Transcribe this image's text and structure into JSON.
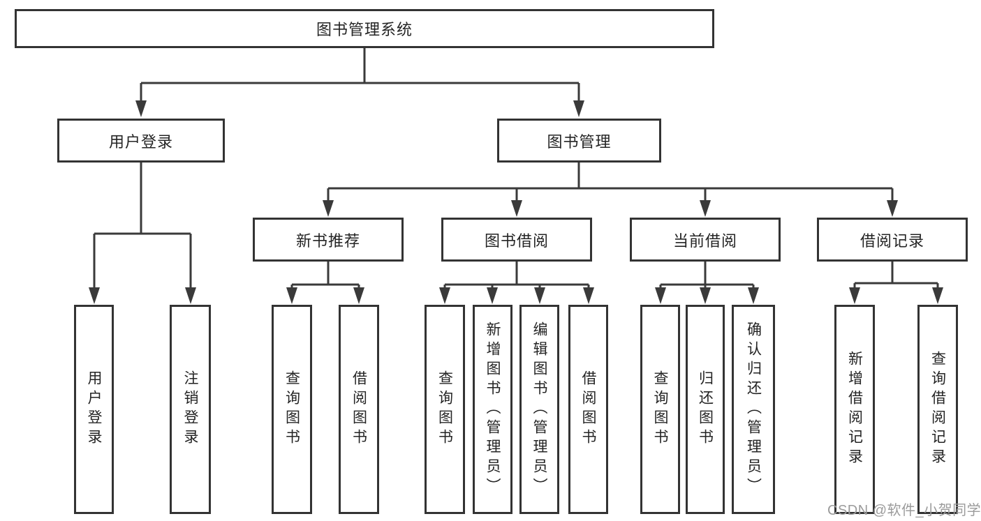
{
  "tree": {
    "root": {
      "label": "图书管理系统"
    },
    "branches": [
      {
        "label": "用户登录",
        "children": [
          {
            "label": "用户登录"
          },
          {
            "label": "注销登录"
          }
        ]
      },
      {
        "label": "图书管理",
        "children": [
          {
            "label": "新书推荐",
            "children": [
              {
                "label": "查询图书"
              },
              {
                "label": "借阅图书"
              }
            ]
          },
          {
            "label": "图书借阅",
            "children": [
              {
                "label": "查询图书"
              },
              {
                "label": "新增图书（管理员）"
              },
              {
                "label": "编辑图书（管理员）"
              },
              {
                "label": "借阅图书"
              }
            ]
          },
          {
            "label": "当前借阅",
            "children": [
              {
                "label": "查询图书"
              },
              {
                "label": "归还图书"
              },
              {
                "label": "确认归还（管理员）"
              }
            ]
          },
          {
            "label": "借阅记录",
            "children": [
              {
                "label": "新增借阅记录"
              },
              {
                "label": "查询借阅记录"
              }
            ]
          }
        ]
      }
    ]
  },
  "watermark": "CSDN @软件_小贺同学",
  "colors": {
    "line": "#3a3a3a",
    "box_border": "#333333",
    "text": "#242424",
    "watermark": "#9b9b9b",
    "background": "#ffffff"
  }
}
